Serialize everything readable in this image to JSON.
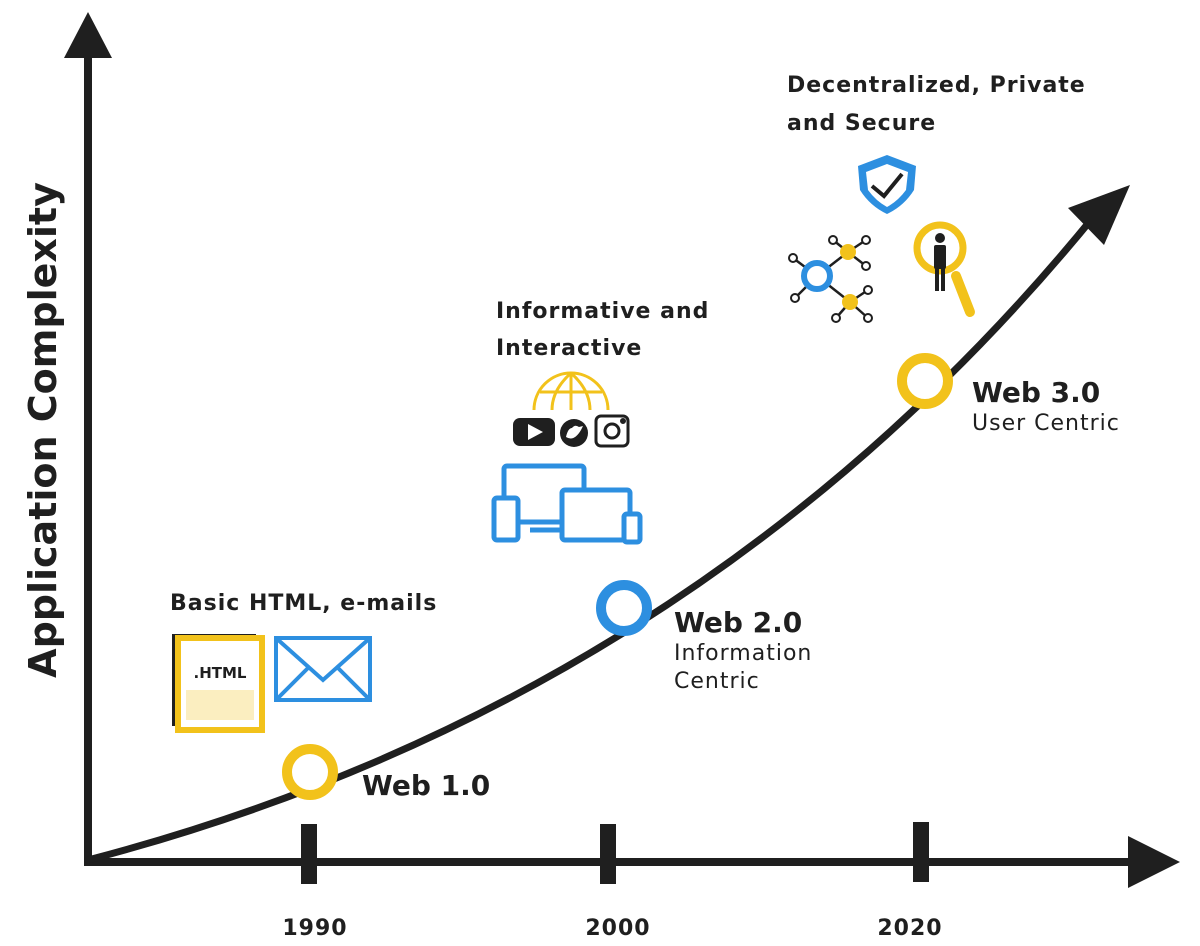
{
  "diagram": {
    "y_axis_label": "Application Complexity",
    "years": [
      "1990",
      "2000",
      "2020"
    ],
    "milestones": [
      {
        "era": "Web 1.0",
        "subtitle_lines": [],
        "marker_color": "#f2c21b",
        "description_lines": [
          "Basic HTML, e-mails"
        ],
        "icons": [
          "html-file-icon",
          "envelope-icon"
        ]
      },
      {
        "era": "Web 2.0",
        "subtitle_lines": [
          "Information",
          "Centric"
        ],
        "marker_color": "#2d8fe0",
        "description_lines": [
          "Informative and",
          "Interactive"
        ],
        "icons": [
          "globe-icon",
          "youtube-icon",
          "twitter-icon",
          "instagram-icon",
          "devices-icon"
        ]
      },
      {
        "era": "Web 3.0",
        "subtitle_lines": [
          "User Centric"
        ],
        "marker_color": "#f2c21b",
        "description_lines": [
          "Decentralized, Private",
          "and Secure"
        ],
        "icons": [
          "shield-check-icon",
          "network-nodes-icon",
          "user-search-icon"
        ]
      }
    ],
    "html_icon_text": ".HTML",
    "colors": {
      "line": "#1f1f1f",
      "yellow": "#f2c21b",
      "blue": "#2d8fe0"
    }
  }
}
